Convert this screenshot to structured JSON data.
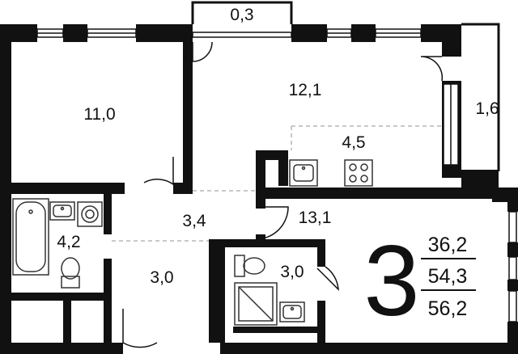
{
  "floorplan": {
    "colors": {
      "wall": "#111111",
      "background": "#ffffff",
      "divider": "#b5b5b5",
      "fixture": "#333333"
    },
    "rooms": [
      {
        "name": "bedroom",
        "area": "11,0"
      },
      {
        "name": "living-room",
        "area": "12,1"
      },
      {
        "name": "balcony-top",
        "area": "0,3"
      },
      {
        "name": "balcony-right",
        "area": "1,6"
      },
      {
        "name": "kitchen",
        "area": "4,5"
      },
      {
        "name": "bedroom-2",
        "area": "13,1"
      },
      {
        "name": "hallway",
        "area": "3,4"
      },
      {
        "name": "bathroom",
        "area": "4,2"
      },
      {
        "name": "entrance",
        "area": "3,0"
      },
      {
        "name": "toilet-shower",
        "area": "3,0"
      }
    ],
    "room_count": "3",
    "summary": {
      "living_area": "36,2",
      "total_area": "54,3",
      "total_area_with_balconies": "56,2"
    },
    "icons": [
      "bathtub-icon",
      "sink-icon",
      "washing-machine-icon",
      "toilet-icon",
      "kitchen-sink-icon",
      "stove-icon",
      "shower-tray-icon"
    ]
  }
}
